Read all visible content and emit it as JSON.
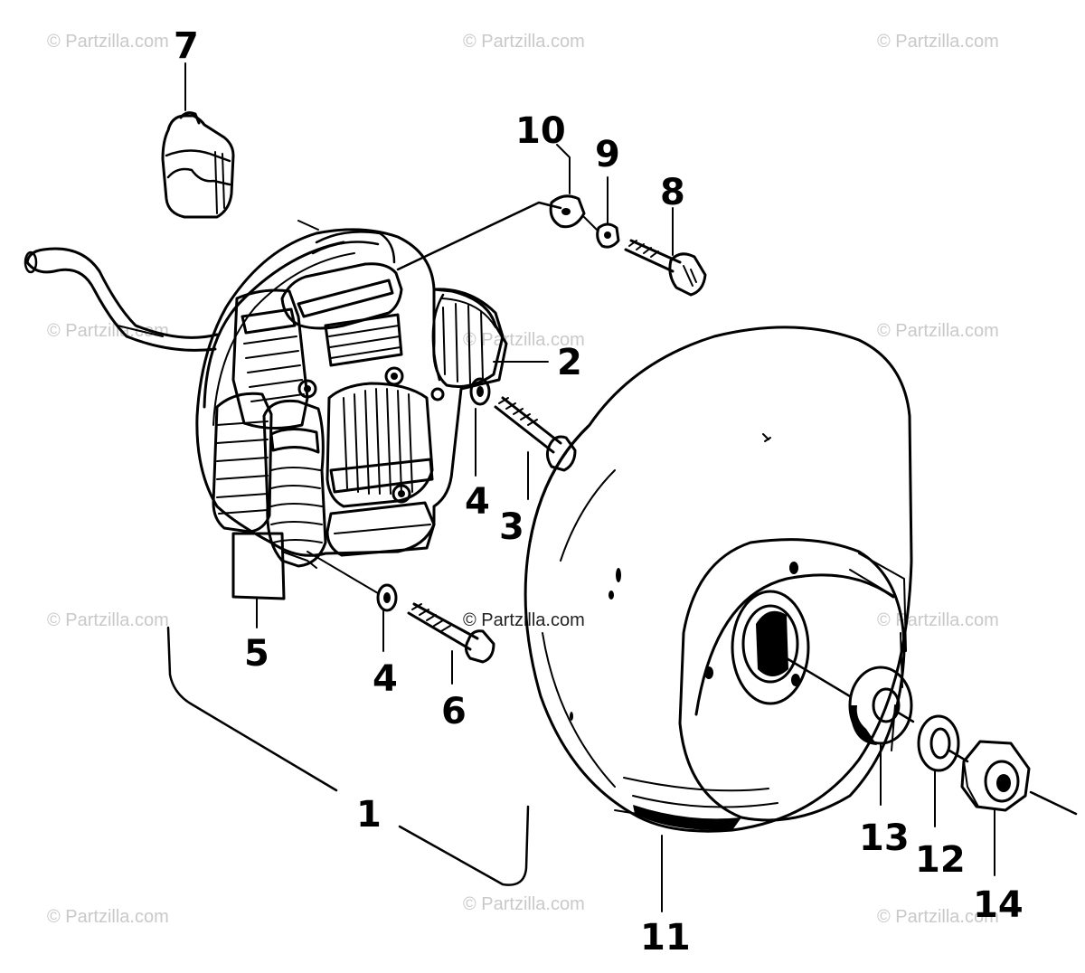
{
  "watermark": {
    "text": "© Partzilla.com"
  },
  "callouts": {
    "c1": "1",
    "c2": "2",
    "c3": "3",
    "c4a": "4",
    "c4b": "4",
    "c5": "5",
    "c6": "6",
    "c7": "7",
    "c8": "8",
    "c9": "9",
    "c10": "10",
    "c11": "11",
    "c12": "12",
    "c13": "13",
    "c14": "14"
  },
  "colors": {
    "ink": "#000000",
    "watermark": "#c9c9c9",
    "background": "#ffffff"
  }
}
